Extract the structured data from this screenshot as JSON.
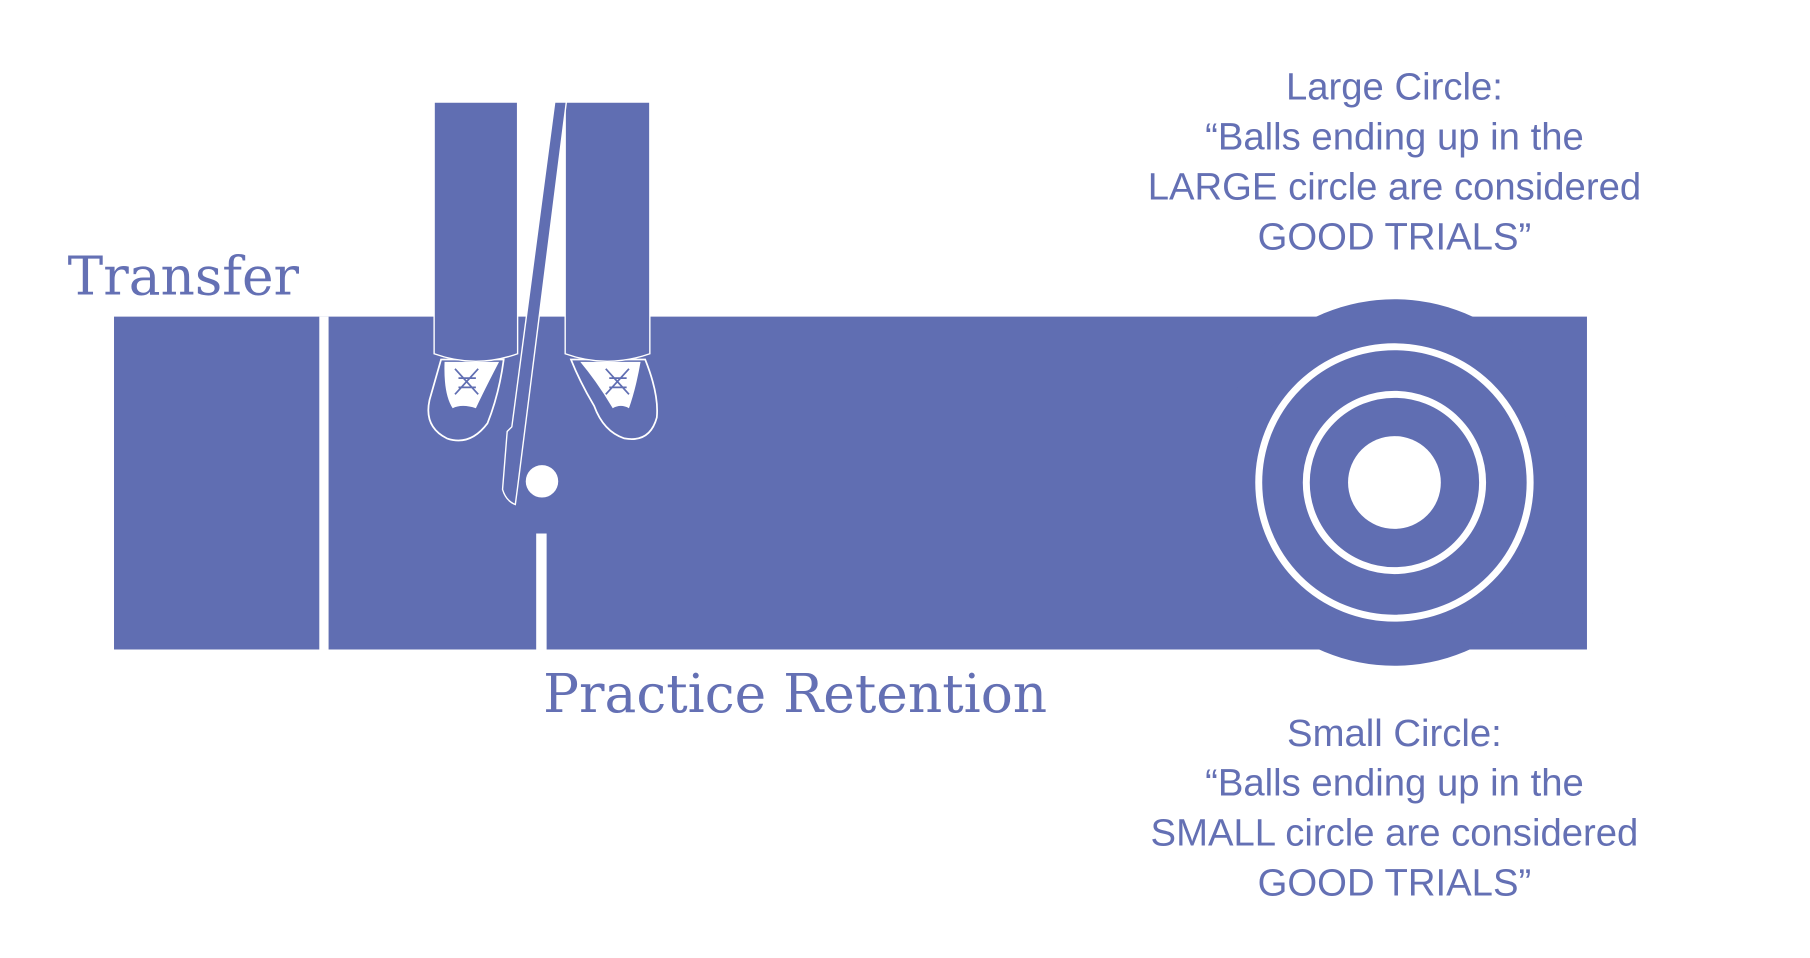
{
  "labels": {
    "transfer": "Transfer",
    "practice_retention": "Practice Retention"
  },
  "large_circle": {
    "title": "Large Circle:",
    "lines": [
      "“Balls ending up in the",
      "LARGE circle are considered",
      "GOOD TRIALS”"
    ]
  },
  "small_circle": {
    "title": "Small Circle:",
    "lines": [
      "“Balls ending up in the",
      "SMALL circle are considered",
      "GOOD TRIALS”"
    ]
  },
  "colors": {
    "green": "#606EB2",
    "text": "#6470B4",
    "white": "#FFFFFF"
  }
}
